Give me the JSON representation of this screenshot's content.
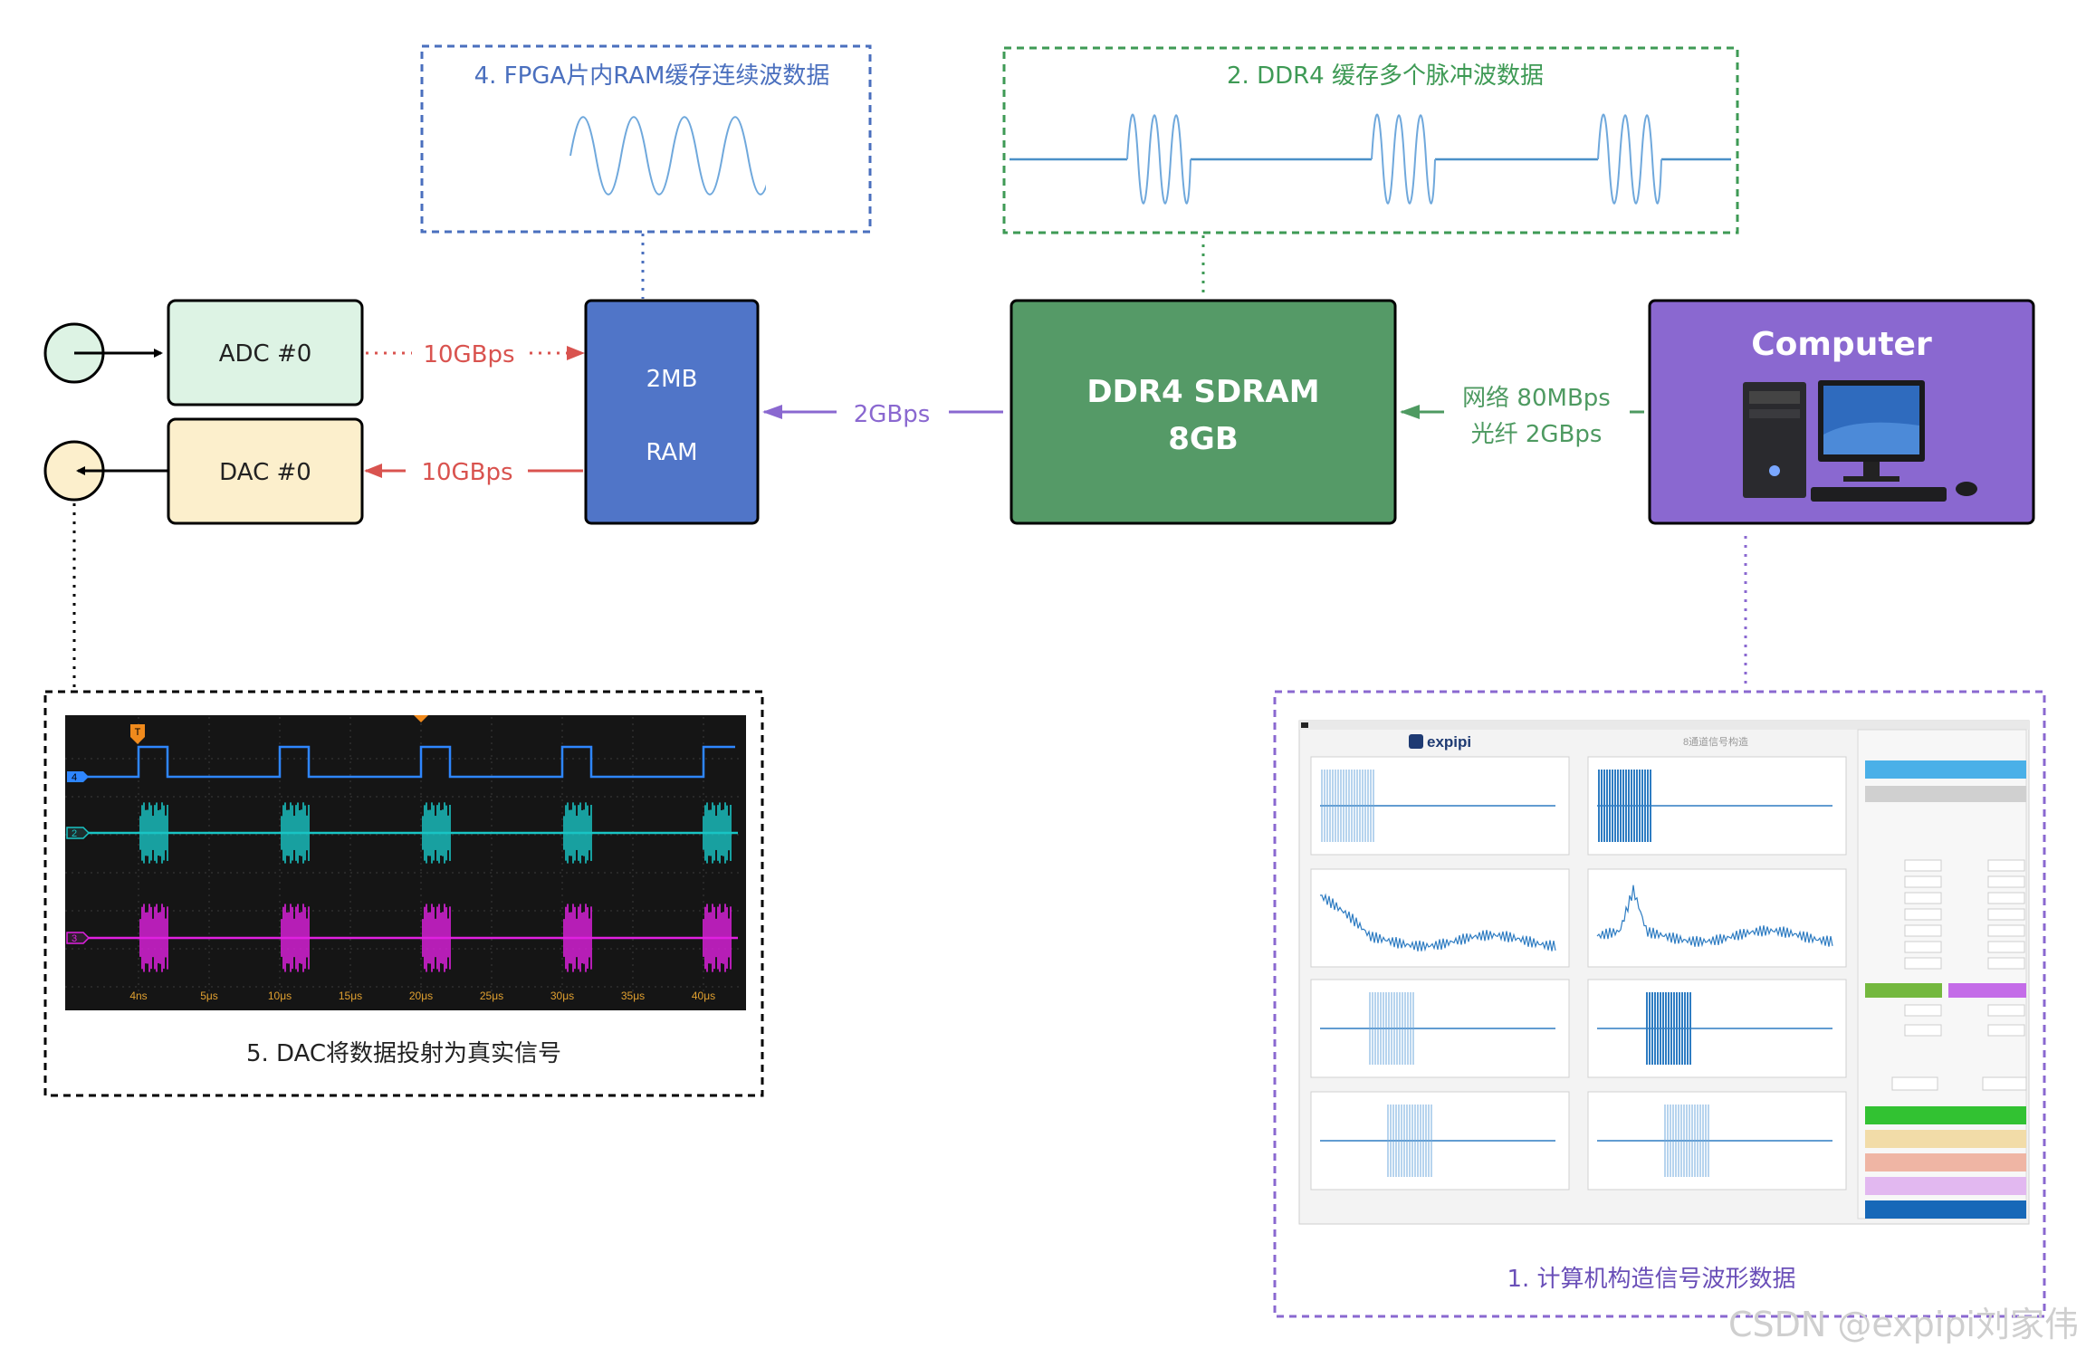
{
  "boxes": {
    "fpga_ram_caption": "4. FPGA片内RAM缓存连续波数据",
    "ddr4_caption": "2. DDR4 缓存多个脉冲波数据",
    "adc_label": "ADC #0",
    "dac_label": "DAC #0",
    "ram_line1": "2MB",
    "ram_line2": "RAM",
    "ddr_line1": "DDR4 SDRAM",
    "ddr_line2": "8GB",
    "computer_label": "Computer",
    "dac_caption": "5. DAC将数据投射为真实信号",
    "computer_caption": "1. 计算机构造信号波形数据"
  },
  "links": {
    "adc_to_ram": "10GBps",
    "ram_to_dac": "10GBps",
    "ddr_to_ram": "2GBps",
    "pc_to_ddr_line1": "网络 80MBps",
    "pc_to_ddr_line2": "光纤 2GBps"
  },
  "scope": {
    "channels": [
      "4",
      "2",
      "3"
    ],
    "trigger": "T",
    "time_ticks": [
      "4ns",
      "5μs",
      "10μs",
      "15μs",
      "20μs",
      "25μs",
      "30μs",
      "35μs",
      "40μs"
    ]
  },
  "app": {
    "logo": "expipi",
    "title": "8通道信号构造"
  },
  "watermark": "CSDN @expipi刘家伟",
  "colors": {
    "blue_box": "#5075C8",
    "green_box": "#559A67",
    "purple_box": "#8A68D0",
    "adc_fill": "#DDF3E4",
    "dac_fill": "#FCEFCC",
    "red_link": "#D9534F",
    "purple_link": "#8A68D0",
    "green_link": "#4E9A61",
    "fpga_caption": "#4A6FBE",
    "ddr_caption": "#3E9A55"
  }
}
